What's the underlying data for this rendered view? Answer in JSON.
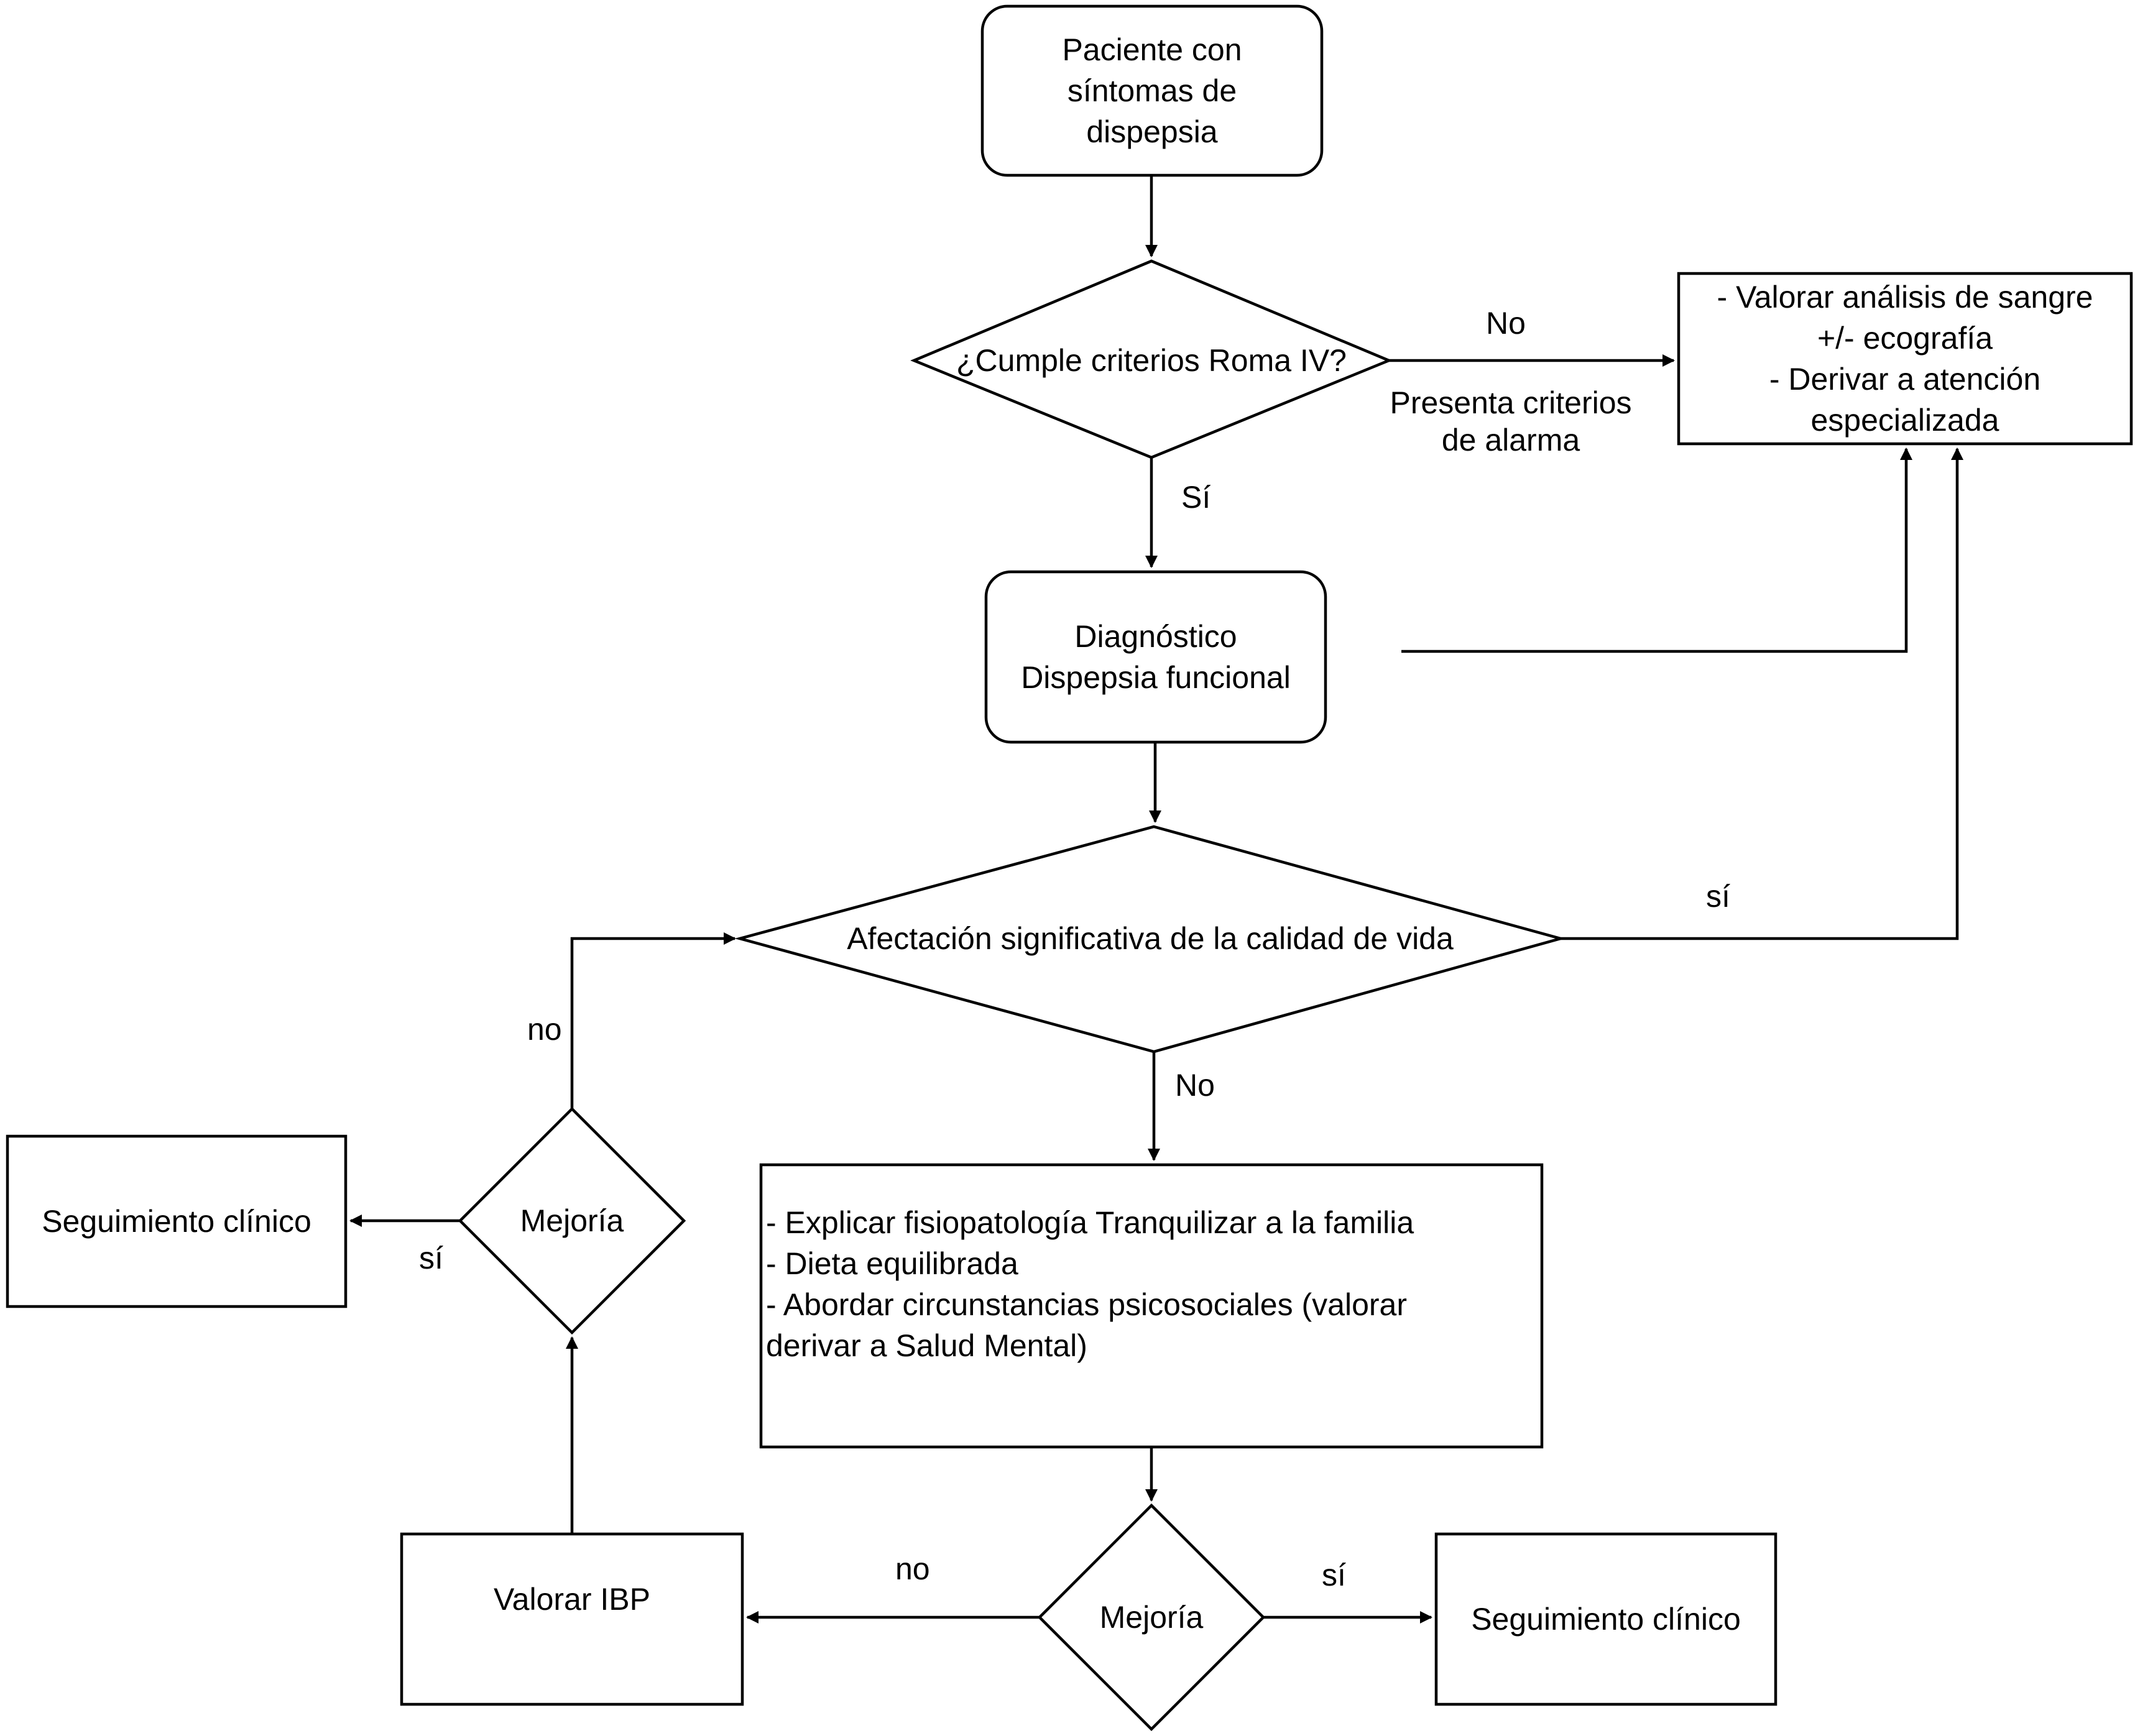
{
  "nodes": {
    "start": {
      "lines": [
        "Paciente con",
        "síntomas de",
        "dispepsia"
      ]
    },
    "roma_decision": {
      "text": "¿Cumple criterios Roma IV?"
    },
    "referral": {
      "lines": [
        "- Valorar análisis de sangre",
        "+/- ecografía",
        "- Derivar a atención",
        "especializada"
      ]
    },
    "diagnosis": {
      "lines": [
        "Diagnóstico",
        "Dispepsia funcional"
      ]
    },
    "quality_decision": {
      "text": "Afectación significativa de la calidad de vida"
    },
    "management": {
      "lines": [
        "- Explicar fisiopatología Tranquilizar a la familia",
        "- Dieta equilibrada",
        "- Abordar circunstancias psicosociales (valorar",
        "derivar a Salud Mental)"
      ]
    },
    "improvement_bottom": {
      "text": "Mejoría"
    },
    "followup_bottom": {
      "text": "Seguimiento clínico"
    },
    "ppi": {
      "text": "Valorar IBP"
    },
    "improvement_left": {
      "text": "Mejoría"
    },
    "followup_left": {
      "text": "Seguimiento clínico"
    }
  },
  "edge_labels": {
    "roma_no": "No",
    "roma_alarm": [
      "Presenta criterios",
      "de alarma"
    ],
    "roma_yes": "Sí",
    "quality_yes": "sí",
    "quality_no": "No",
    "left_no": "no",
    "left_yes": "sí",
    "bottom_no": "no",
    "bottom_yes": "sí"
  }
}
